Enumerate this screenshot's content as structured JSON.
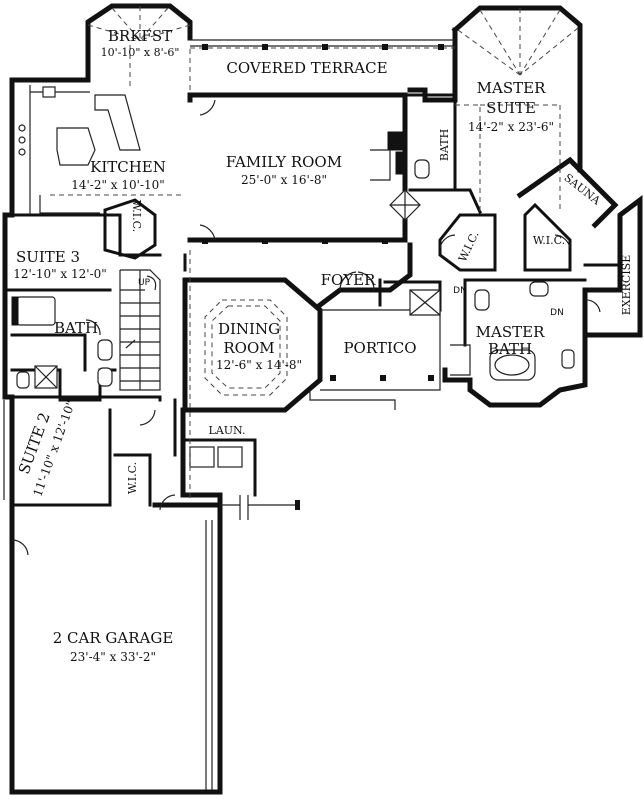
{
  "rooms": {
    "brkfst": {
      "name": "BRKFST",
      "dims": "10'-10\" x 8'-6\""
    },
    "covered_terrace": {
      "name": "COVERED TERRACE"
    },
    "master_suite": {
      "name_line1": "MASTER",
      "name_line2": "SUITE",
      "dims": "14'-2\" x 23'-6\""
    },
    "kitchen": {
      "name": "KITCHEN",
      "dims": "14'-2\" x 10'-10\""
    },
    "family_room": {
      "name": "FAMILY ROOM",
      "dims": "25'-0\" x 16'-8\""
    },
    "bath_upper": {
      "name": "BATH"
    },
    "sauna": {
      "name": "SAUNA"
    },
    "wic_kitchen": {
      "name": "W.I.C."
    },
    "wic_master_left": {
      "name": "W.I.C."
    },
    "wic_master_right": {
      "name": "W.I.C."
    },
    "suite3": {
      "name": "SUITE 3",
      "dims": "12'-10\" x 12'-0\""
    },
    "up": {
      "name": "UP"
    },
    "foyer": {
      "name": "FOYER"
    },
    "dn_left": {
      "name": "DN"
    },
    "dn_right": {
      "name": "DN"
    },
    "exercise": {
      "name": "EXERCISE"
    },
    "dining_room": {
      "name_line1": "DINING",
      "name_line2": "ROOM",
      "dims": "12'-6\" x 14'-8\""
    },
    "portico": {
      "name": "PORTICO"
    },
    "master_bath": {
      "name_line1": "MASTER",
      "name_line2": "BATH"
    },
    "bath_suite": {
      "name": "BATH"
    },
    "suite2": {
      "name": "SUITE 2",
      "dims": "11'-10\" x 12'-10\""
    },
    "laun": {
      "name": "LAUN."
    },
    "wic_suite2": {
      "name": "W.I.C."
    },
    "garage": {
      "name": "2 CAR GARAGE",
      "dims": "23'-4\" x 33'-2\""
    }
  },
  "colors": {
    "wall": "#111111",
    "background": "#ffffff"
  }
}
